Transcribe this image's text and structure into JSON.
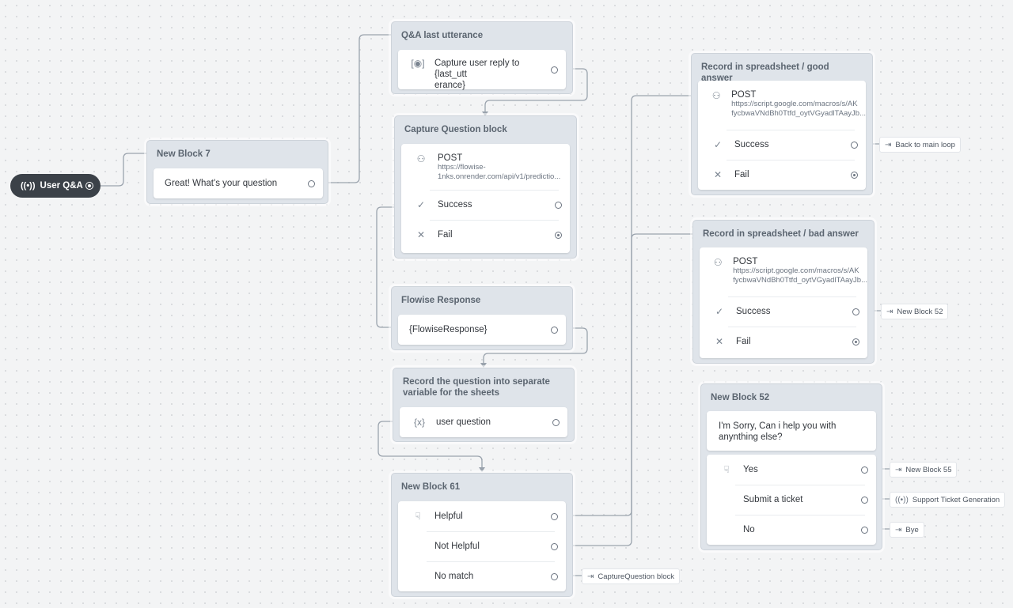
{
  "start": {
    "icon": "broadcast-icon",
    "label": "User Q&A"
  },
  "nodes": {
    "new_block_7": {
      "title": "New Block 7",
      "text": "Great! What's your question"
    },
    "qa_last": {
      "title": "Q&A last utterance",
      "capture": "Capture user reply to {last_utt\nerance}"
    },
    "capture_q": {
      "title": "Capture Question block",
      "method": "POST",
      "url": "https://flowise-\n1nks.onrender.com/api/v1/predictio...",
      "success": "Success",
      "fail": "Fail"
    },
    "flowise": {
      "title": "Flowise Response",
      "text": "{FlowiseResponse}"
    },
    "record_q": {
      "title": "Record the question into separate\nvariable for the sheets",
      "var": "user question"
    },
    "block_61": {
      "title": "New Block 61",
      "choices": [
        "Helpful",
        "Not Helpful",
        "No match"
      ]
    },
    "good": {
      "title": "Record in spreadsheet / good answer",
      "method": "POST",
      "url": "https://script.google.com/macros/s/AK\nfycbwaVNdBh0Ttfd_oytVGyadlTAayJb...",
      "success": "Success",
      "fail": "Fail"
    },
    "bad": {
      "title": "Record in spreadsheet / bad answer",
      "method": "POST",
      "url": "https://script.google.com/macros/s/AK\nfycbwaVNdBh0Ttfd_oytVGyadlTAayJb...",
      "success": "Success",
      "fail": "Fail"
    },
    "block_52": {
      "title": "New Block 52",
      "text": "I'm Sorry, Can i help you with\nanynthing else?",
      "choices": [
        "Yes",
        "Submit a ticket",
        "No"
      ]
    }
  },
  "tags": {
    "capture_question": "CaptureQuestion block",
    "back_main": "Back to main loop",
    "new_52": "New Block 52",
    "new_55": "New Block 55",
    "support": "Support Ticket Generation",
    "bye": "Bye"
  },
  "colors": {
    "canvas": "#f3f4f5",
    "node": "#dfe4ea",
    "success": "#3d8a48",
    "fail": "#c8384a",
    "start": "#3b4148"
  }
}
